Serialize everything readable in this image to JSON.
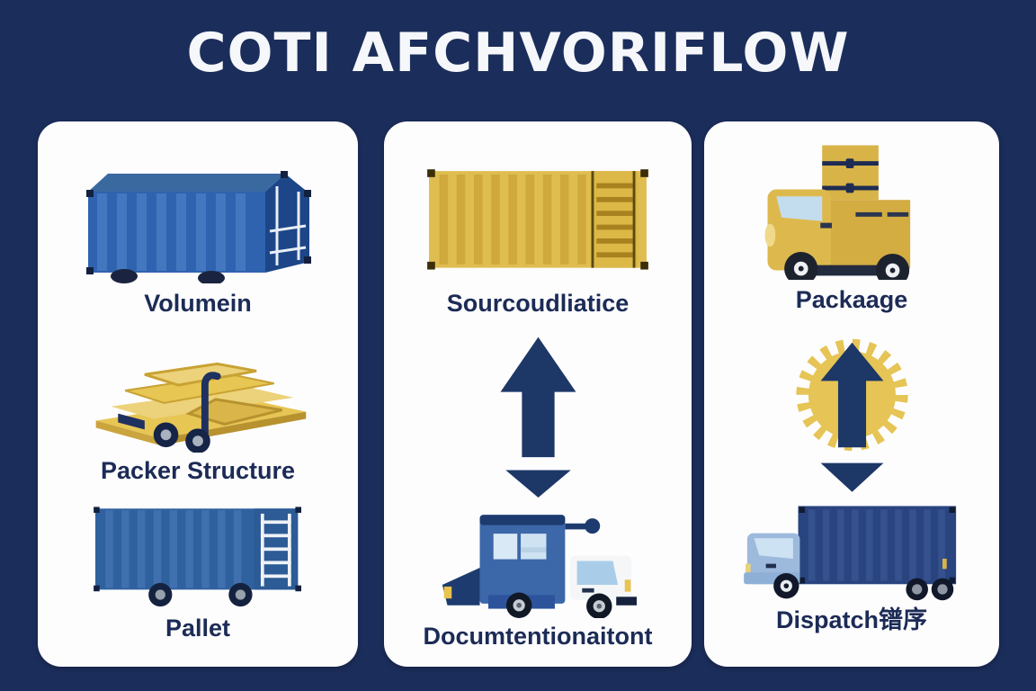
{
  "title": "COTI AFCHVORIFLOW",
  "cards": {
    "left": {
      "labels": {
        "top": "Volumein",
        "middle": "Packer Structure",
        "bottom": "Pallet"
      },
      "icons": [
        "container-3d-blue-icon",
        "pallet-stack-gold-icon",
        "container-side-blue-icon"
      ]
    },
    "middle": {
      "labels": {
        "top": "Sourcoudliatice",
        "bottom": "Documtentionaitont"
      },
      "icons": [
        "container-side-gold-icon",
        "up-down-arrow-icon",
        "truck-blue-icon"
      ]
    },
    "right": {
      "labels": {
        "top": "Packaage",
        "bottom": "Dispatch镨序"
      },
      "icons": [
        "truck-gold-boxes-icon",
        "gear-up-down-arrow-icon",
        "container-truck-navy-icon"
      ]
    }
  },
  "colors": {
    "background": "#1b2d5a",
    "card": "#fdfdfe",
    "title_text": "#f6f7fa",
    "label_text": "#1c2b56",
    "arrow_navy": "#1d3767",
    "container_blue": "#2f63af",
    "container_gold": "#e0bd50",
    "wheel_dark": "#141e38"
  }
}
